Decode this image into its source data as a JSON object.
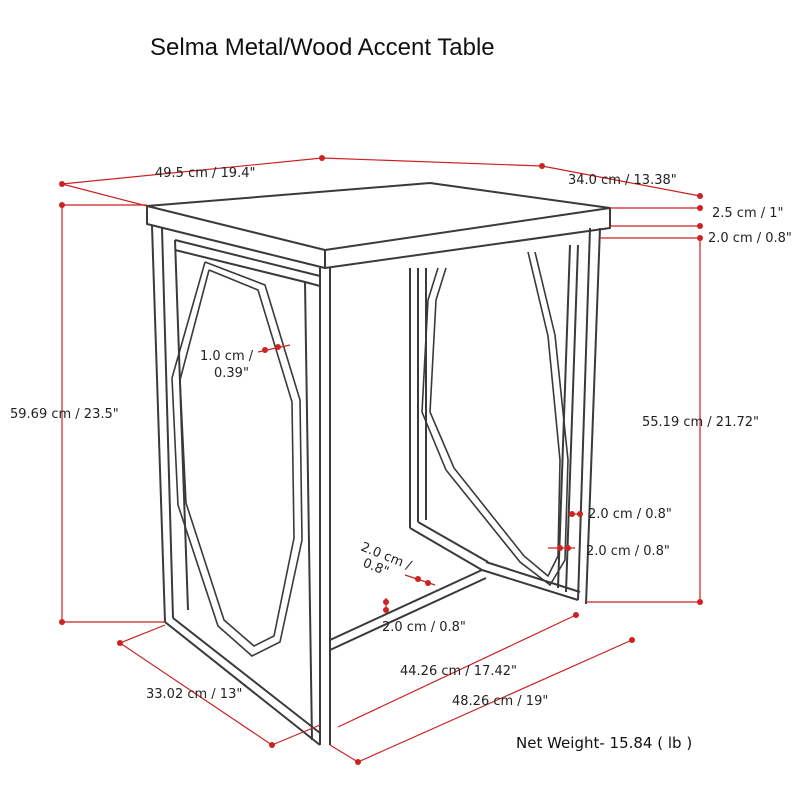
{
  "title": "Selma Metal/Wood Accent Table",
  "dimensions": {
    "top_width": "49.5 cm / 19.4\"",
    "top_depth": "34.0 cm / 13.38\"",
    "top_thickness": "2.5 cm / 1\"",
    "apron": "2.0 cm / 0.8\"",
    "total_height": "59.69 cm / 23.5\"",
    "frame_height": "55.19 cm / 21.72\"",
    "rod_thickness_line1": "1.0 cm /",
    "rod_thickness_line2": "0.39\"",
    "side_rail_1": "2.0 cm / 0.8\"",
    "side_rail_2": "2.0 cm / 0.8\"",
    "base_rail_line1": "2.0 cm /",
    "base_rail_line2": "0.8\"",
    "base_rail_front": "2.0 cm / 0.8\"",
    "base_depth": "33.02 cm / 13\"",
    "inner_width": "44.26 cm / 17.42\"",
    "base_width": "48.26 cm / 19\""
  },
  "net_weight": "Net Weight- 15.84 ( lb )",
  "colors": {
    "dimension": "#cc2222",
    "outline": "#3a3a3a"
  }
}
